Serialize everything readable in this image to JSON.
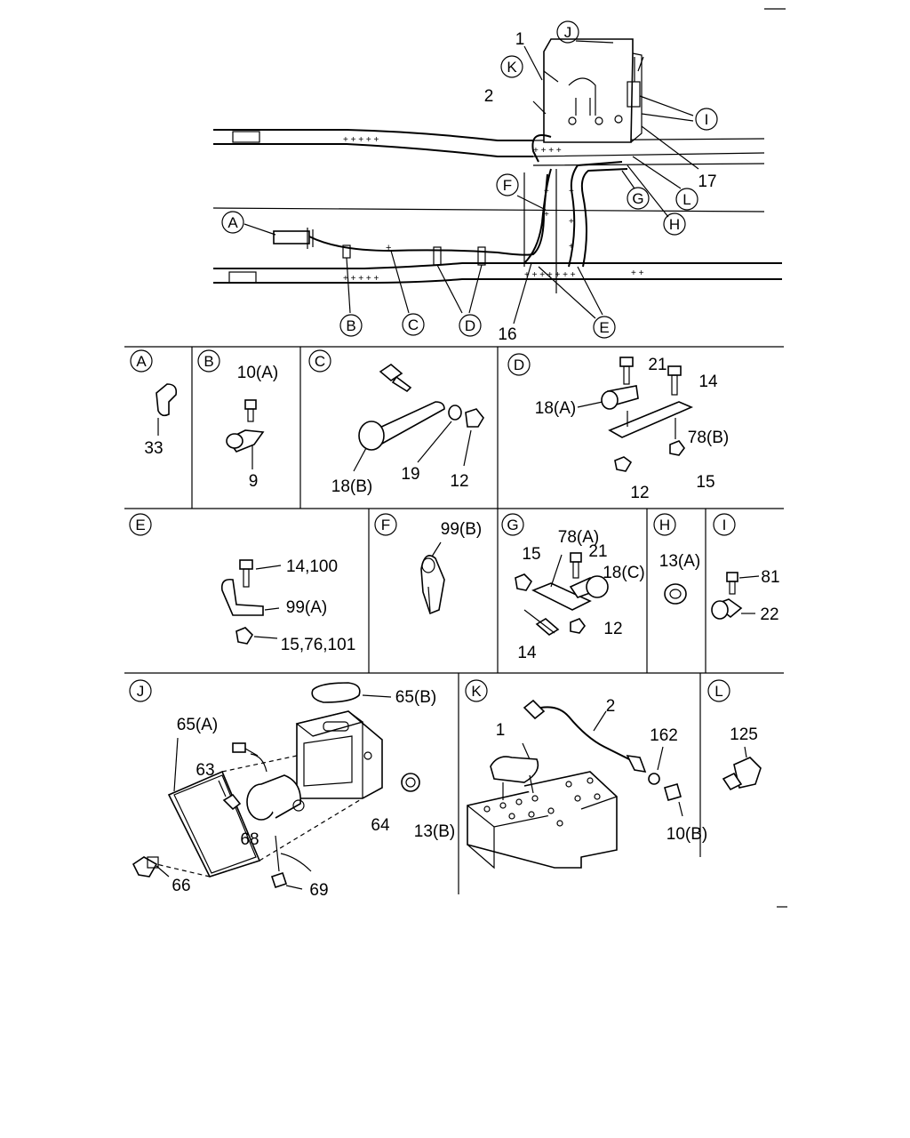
{
  "overview": {
    "callouts": [
      "J",
      "K",
      "I",
      "L",
      "G",
      "H",
      "F",
      "A",
      "B",
      "C",
      "D",
      "E"
    ],
    "numbers": [
      "1",
      "2",
      "17",
      "16"
    ]
  },
  "panels": {
    "A": {
      "letter": "A",
      "labels": [
        "33"
      ]
    },
    "B": {
      "letter": "B",
      "labels": [
        "10(A)",
        "9"
      ]
    },
    "C": {
      "letter": "C",
      "labels": [
        "18(B)",
        "19",
        "12"
      ]
    },
    "D": {
      "letter": "D",
      "labels": [
        "21",
        "14",
        "18(A)",
        "78(B)",
        "12",
        "15"
      ]
    },
    "E": {
      "letter": "E",
      "labels": [
        "14,100",
        "99(A)",
        "15,76,101"
      ]
    },
    "F": {
      "letter": "F",
      "labels": [
        "99(B)"
      ]
    },
    "G": {
      "letter": "G",
      "labels": [
        "78(A)",
        "15",
        "21",
        "18(C)",
        "12",
        "14"
      ]
    },
    "H": {
      "letter": "H",
      "labels": [
        "13(A)"
      ]
    },
    "I": {
      "letter": "I",
      "labels": [
        "81",
        "22"
      ]
    },
    "J": {
      "letter": "J",
      "labels": [
        "65(B)",
        "65(A)",
        "63",
        "68",
        "64",
        "13(B)",
        "66",
        "69"
      ]
    },
    "K": {
      "letter": "K",
      "labels": [
        "2",
        "1",
        "162",
        "10(B)"
      ]
    },
    "L": {
      "letter": "L",
      "labels": [
        "125"
      ]
    }
  }
}
